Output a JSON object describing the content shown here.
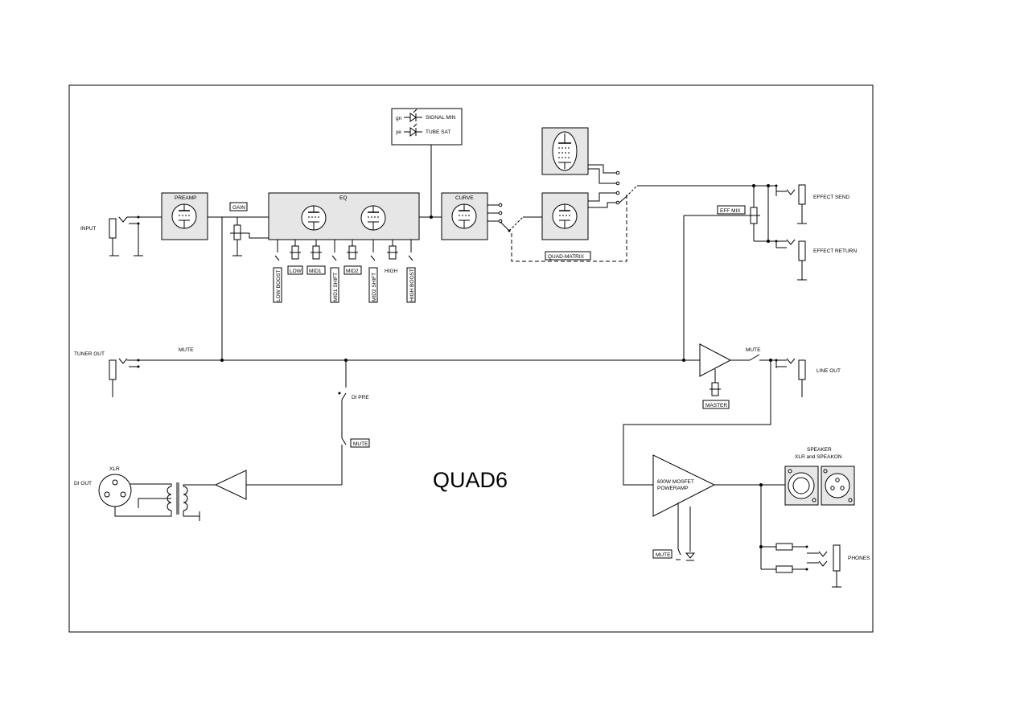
{
  "title": "QUAD6",
  "jacks": {
    "input": "INPUT",
    "tuner_out": "TUNER OUT",
    "di_out": "DI OUT",
    "effect_send": "EFFECT SEND",
    "effect_return": "EFFECT RETURN",
    "line_out": "LINE OUT",
    "phones": "PHONES",
    "speaker_line1": "SPEAKER",
    "speaker_line2": "XLR and SPEAKON",
    "xlr": "XLR"
  },
  "blocks": {
    "preamp": "PREAMP",
    "eq": "EQ",
    "curve": "CURVE",
    "poweramp_line1": "600W MOSFET",
    "poweramp_line2": "POWERAMP"
  },
  "controls": {
    "gain": "GAIN",
    "eff_mix": "EFF MIX",
    "master": "MASTER",
    "quad_matrix": "QUAD-MATRIX",
    "low_boost": "LOW BOOST",
    "low": "LOW",
    "mid1": "MID1",
    "mid1_shift": "MID1 SHIFT",
    "mid2": "MID2",
    "mid2_shift": "MID2 SHIFT",
    "high": "HIGH",
    "high_boost": "HIGH BOOST",
    "mute_tuner": "MUTE",
    "mute_line": "MUTE",
    "di_pre": "DI PRE",
    "mute_di": "MUTE",
    "mute_power": "MUTE"
  },
  "indicators": {
    "gn": "gn",
    "ye": "ye",
    "signal_min": "SIGNAL MIN",
    "tube_sat": "TUBE SAT"
  }
}
